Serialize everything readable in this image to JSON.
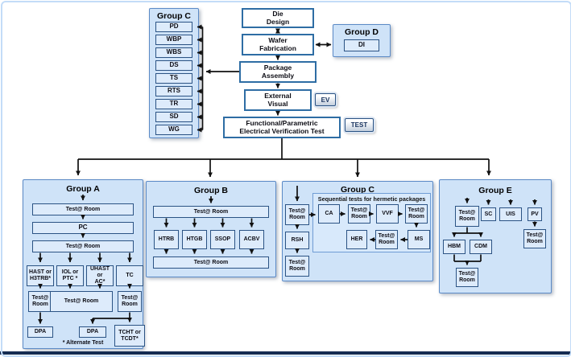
{
  "colors": {
    "group_fill": "#cfe3f8",
    "group_border": "#5b8ac6",
    "small_box_fill": "#ddebfb",
    "small_box_border": "#2b5384",
    "flow_box_border": "#2e6da4",
    "connector": "#111111",
    "page_border": "#c3dcf8",
    "bottom_bar": "#152c52"
  },
  "main_flow": {
    "die_design": "Die\nDesign",
    "wafer_fabrication": "Wafer\nFabrication",
    "package_assembly": "Package\nAssembly",
    "external_visual": "External\nVisual",
    "functional_test": "Functional/Parametric\nElectrical Verification Test",
    "ev_badge": "EV",
    "test_badge": "TEST"
  },
  "group_c_top": {
    "title": "Group C",
    "items": [
      "PD",
      "WBP",
      "WBS",
      "DS",
      "TS",
      "RTS",
      "TR",
      "SD",
      "WG"
    ]
  },
  "group_d": {
    "title": "Group D",
    "item": "DI"
  },
  "group_a": {
    "title": "Group A",
    "test_room_1": "Test@ Room",
    "pc": "PC",
    "test_room_2": "Test@ Room",
    "stress_boxes": [
      "HAST or\nH3TRB*",
      "IOL or\nPTC *",
      "UHAST or\nAC*",
      "TC"
    ],
    "test_room_left": "Test@\nRoom",
    "test_room_mid": "Test@ Room",
    "test_room_right": "Test@\nRoom",
    "dpa_left": "DPA",
    "dpa_right": "DPA",
    "tcht": "TCHT or\nTCDT*",
    "footnote": "* Alternate Test"
  },
  "group_b": {
    "title": "Group B",
    "test_room_top": "Test@ Room",
    "stress_boxes": [
      "HTRB",
      "HTGB",
      "SSOP",
      "ACBV"
    ],
    "test_room_bottom": "Test@ Room"
  },
  "group_c_bottom": {
    "title": "Group C",
    "seq_label": "Sequential tests for hermetic packages",
    "test_room_in": "Test@\nRoom",
    "rsh": "RSH",
    "test_room_out": "Test@\nRoom",
    "ca": "CA",
    "test_room_1": "Test@\nRoom",
    "vvf": "VVF",
    "test_room_2": "Test@\nRoom",
    "ms": "MS",
    "test_room_3": "Test@\nRoom",
    "her": "HER"
  },
  "group_e": {
    "title": "Group E",
    "test_room_top": "Test@\nRoom",
    "sc": "SC",
    "uis": "UIS",
    "pv": "PV",
    "test_room_pv": "Test@\nRoom",
    "hbm": "HBM",
    "cdm": "CDM",
    "test_room_bottom": "Test@\nRoom"
  }
}
